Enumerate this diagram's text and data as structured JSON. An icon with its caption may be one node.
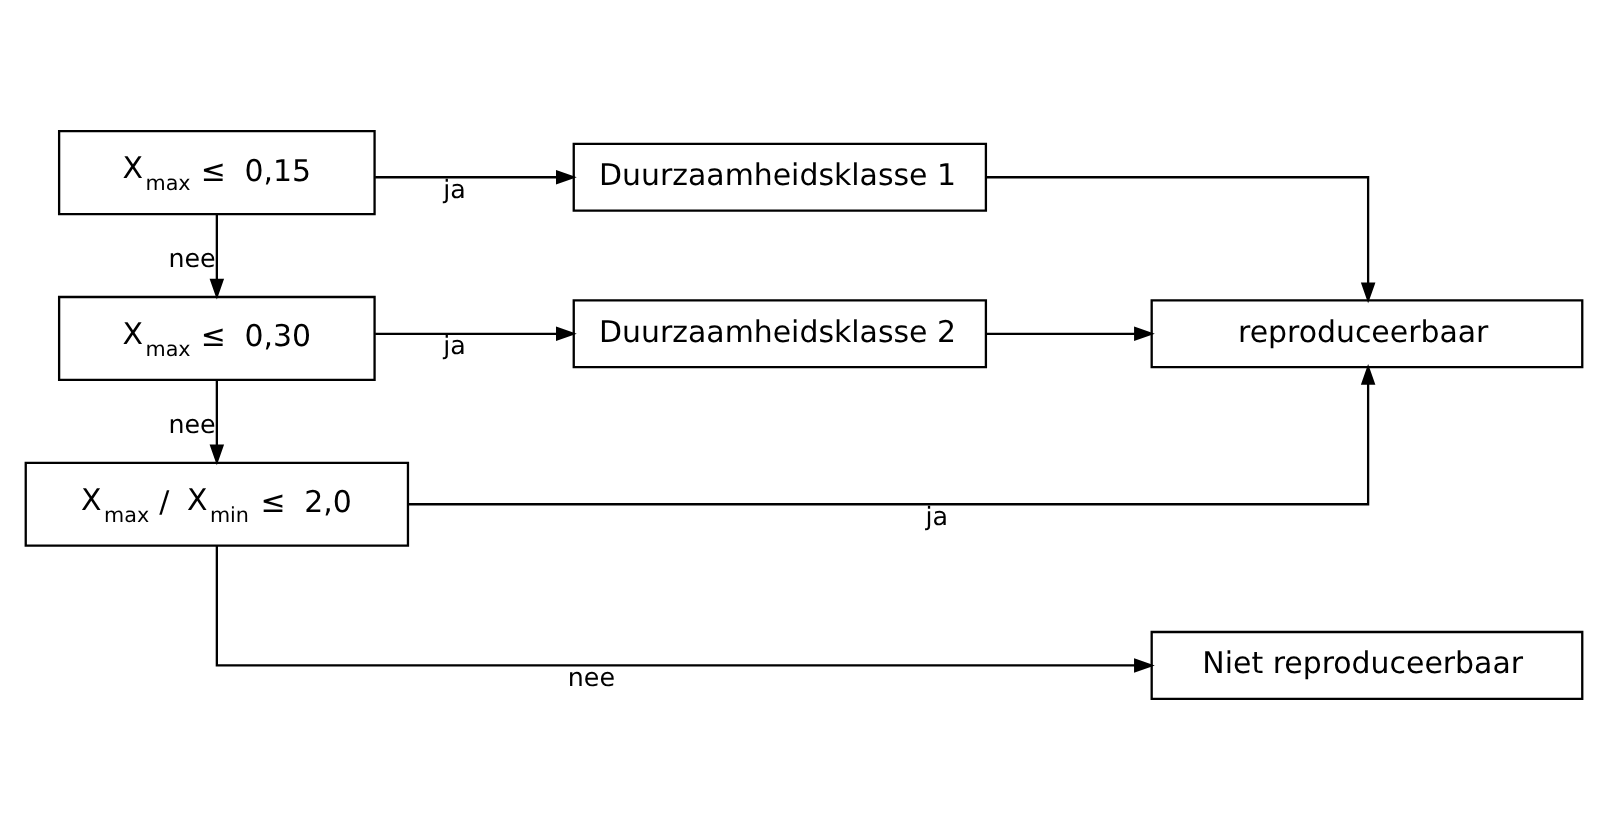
{
  "diagram": {
    "nodes": [
      {
        "text": [
          "X$_{max}$ ≤ 0,15"
        ]
      },
      {
        "text": [
          "Duurzaamheidsklasse 1"
        ]
      },
      {
        "text": [
          "X$_{max}$ ≤ 0,30"
        ]
      },
      {
        "text": [
          "Duurzaamheidsklasse 2"
        ]
      },
      {
        "text": [
          "X$_{max}$ / X$_{min}$ ≤ 2,0"
        ]
      },
      {
        "text": [
          "reproduceerbaar"
        ]
      },
      {
        "text": [
          "Niet reproduceerbaar"
        ]
      }
    ],
    "edges": [
      {
        "from": 0,
        "to": 1,
        "arrow": "to",
        "label": "ja"
      },
      {
        "from": 0,
        "to": 2,
        "arrow": "to",
        "label": "nee"
      },
      {
        "from": 2,
        "to": 3,
        "arrow": "to",
        "label": "ja"
      },
      {
        "from": 2,
        "to": 4,
        "arrow": "to",
        "label": "nee"
      },
      {
        "from": 4,
        "to": 5,
        "arrow": "to",
        "label": "ja"
      },
      {
        "from": 4,
        "to": 6,
        "arrow": "to",
        "label": "nee"
      },
      {
        "from": 1,
        "to": 5,
        "arrow": "to"
      },
      {
        "from": 3,
        "to": 5,
        "arrow": "to"
      }
    ]
  }
}
